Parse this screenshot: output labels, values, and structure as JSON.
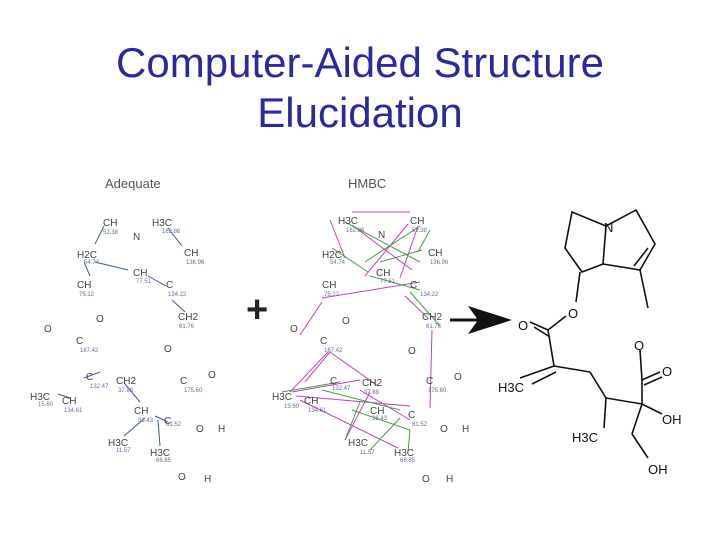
{
  "slide": {
    "title_line1": "Computer-Aided Structure",
    "title_line2": "Elucidation"
  },
  "panels": {
    "adequate_header": "Adequate",
    "hmbc_header": "HMBC",
    "plus": "+",
    "arrow_icon": "right-arrow-icon"
  },
  "fragments": {
    "ch_a": "CH",
    "h3c_a": "H3C",
    "n_a": "N",
    "h2c_a": "H2C",
    "ch_b": "CH",
    "ch_c": "CH",
    "ch_d": "CH",
    "c_a": "C",
    "ch2_a": "CH2",
    "o_a": "O",
    "o_b": "O",
    "c_b": "C",
    "o_c": "O",
    "c_c": "C",
    "ch2_b": "CH2",
    "c_d": "C",
    "o_d": "O",
    "h3c_b": "H3C",
    "ch_e": "CH",
    "ch_f": "CH",
    "c_e": "C",
    "o_e": "O",
    "h_a": "H",
    "h3c_c": "H3C",
    "h3c_d": "H3C",
    "o_f": "O",
    "h_b": "H"
  },
  "values": {
    "v1": "52.38",
    "v2": "162.86",
    "v3": "54.74",
    "v4": "136.96",
    "v5": "77.51",
    "v6": "75.12",
    "v7": "134.22",
    "v8": "61.76",
    "v9": "167.42",
    "v10": "132.47",
    "v11": "37.88",
    "v12": "175.60",
    "v13": "15.60",
    "v14": "134.61",
    "v15": "38.43",
    "v16": "81.52",
    "v17": "11.57",
    "v18": "66.85"
  },
  "product": {
    "n": "N",
    "o1": "O",
    "o2": "O",
    "o3": "O",
    "o4": "O",
    "h3c_left": "H3C",
    "h3c_bottom": "H3C",
    "oh1": "OH",
    "oh2": "OH"
  },
  "colors": {
    "title": "#2a2aa0",
    "hmbc_magenta": "#c040c0",
    "hmbc_green": "#40a040",
    "adequate_blue": "#3a5aa0"
  }
}
